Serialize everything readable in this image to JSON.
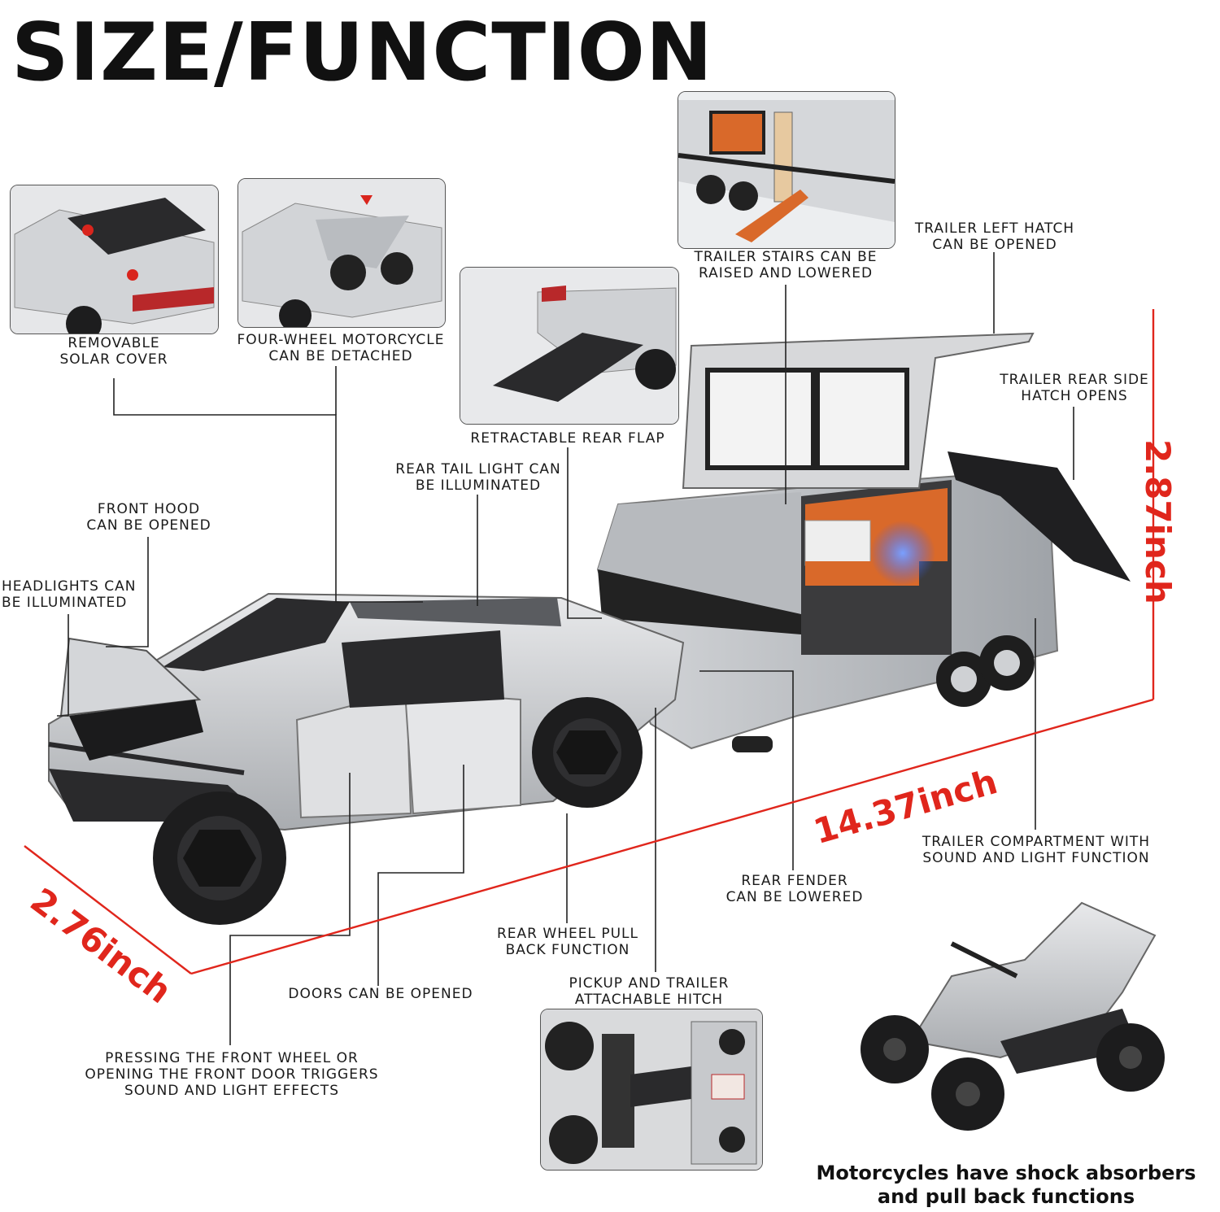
{
  "title": "SIZE/FUNCTION",
  "labels": {
    "solar_cover": [
      "REMOVABLE",
      "SOLAR COVER"
    ],
    "motorcycle_detach": [
      "FOUR-WHEEL MOTORCYCLE",
      "CAN BE DETACHED"
    ],
    "rear_flap": [
      "RETRACTABLE REAR FLAP"
    ],
    "trailer_stairs": [
      "TRAILER STAIRS CAN BE",
      "RAISED AND LOWERED"
    ],
    "trailer_left_hatch": [
      "TRAILER LEFT HATCH",
      "CAN BE OPENED"
    ],
    "trailer_rear_side": [
      "TRAILER REAR SIDE",
      "HATCH OPENS"
    ],
    "rear_tail_light": [
      "REAR TAIL LIGHT CAN",
      "BE ILLUMINATED"
    ],
    "front_hood": [
      "FRONT HOOD",
      "CAN BE OPENED"
    ],
    "headlights": [
      "HEADLIGHTS CAN",
      "BE ILLUMINATED"
    ],
    "trailer_compartment": [
      "TRAILER COMPARTMENT WITH",
      "SOUND AND LIGHT FUNCTION"
    ],
    "rear_fender": [
      "REAR FENDER",
      "CAN BE LOWERED"
    ],
    "rear_wheel": [
      "REAR WHEEL PULL",
      "BACK FUNCTION"
    ],
    "hitch": [
      "PICKUP AND TRAILER",
      "ATTACHABLE HITCH"
    ],
    "doors": [
      "DOORS CAN BE OPENED"
    ],
    "front_wheel": [
      "PRESSING THE FRONT WHEEL OR",
      "OPENING THE FRONT DOOR TRIGGERS",
      "SOUND AND LIGHT EFFECTS"
    ]
  },
  "dimensions": {
    "height": "2.87inch",
    "length": "14.37inch",
    "width": "2.76inch"
  },
  "caption": [
    "Motorcycles have shock absorbers",
    "and pull back functions"
  ],
  "colors": {
    "dimension": "#e0261c",
    "text": "#111111",
    "body_silver": "#c8cacc",
    "interior_orange": "#d9692a",
    "light_blue": "#2f5bff"
  }
}
